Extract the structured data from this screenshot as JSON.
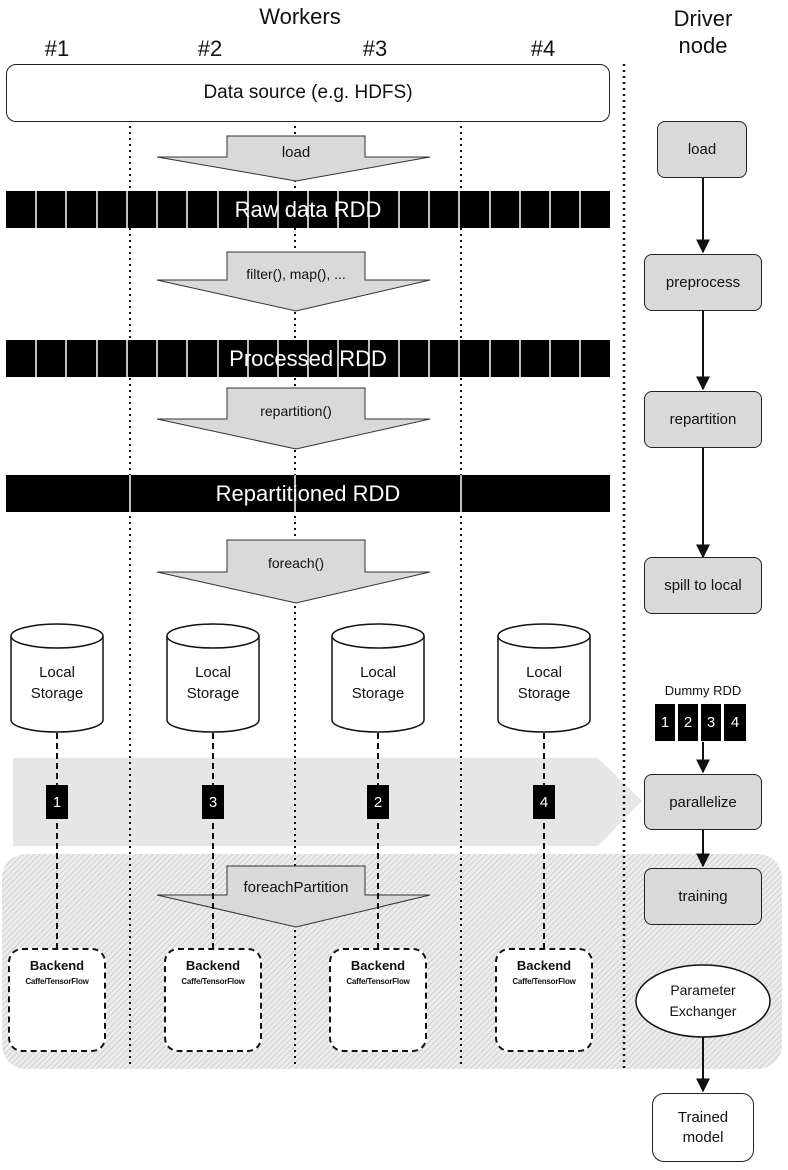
{
  "header": {
    "workers": "Workers",
    "driver": "Driver node",
    "worker_numbers": [
      "#1",
      "#2",
      "#3",
      "#4"
    ]
  },
  "data_source": "Data source (e.g. HDFS)",
  "arrows": {
    "load": "load",
    "filter": "filter(), map(), ...",
    "repartition": "repartition()",
    "foreach": "foreach()",
    "foreach_partition": "foreachPartition"
  },
  "rdds": {
    "raw": "Raw data RDD",
    "processed": "Processed RDD",
    "repartitioned": "Repartitioned RDD"
  },
  "storage": {
    "line1": "Local",
    "line2": "Storage"
  },
  "partition_badges": [
    "1",
    "3",
    "2",
    "4"
  ],
  "backend": {
    "title": "Backend",
    "subtitle": "Caffe/TensorFlow"
  },
  "driver_steps": {
    "load": "load",
    "preprocess": "preprocess",
    "repartition": "repartition",
    "spill": "spill to local",
    "dummy_rdd": "Dummy RDD",
    "dummy_cells": [
      "1",
      "2",
      "3",
      "4"
    ],
    "parallelize": "parallelize",
    "training": "training",
    "parameter_exchanger": "Parameter Exchanger",
    "trained_model": "Trained model"
  },
  "colors": {
    "node_fill": "#d9d9d9",
    "band_fill": "#e6e6e6",
    "rdd_fill": "#000000",
    "hatch_fill": "#e0e0e0"
  }
}
